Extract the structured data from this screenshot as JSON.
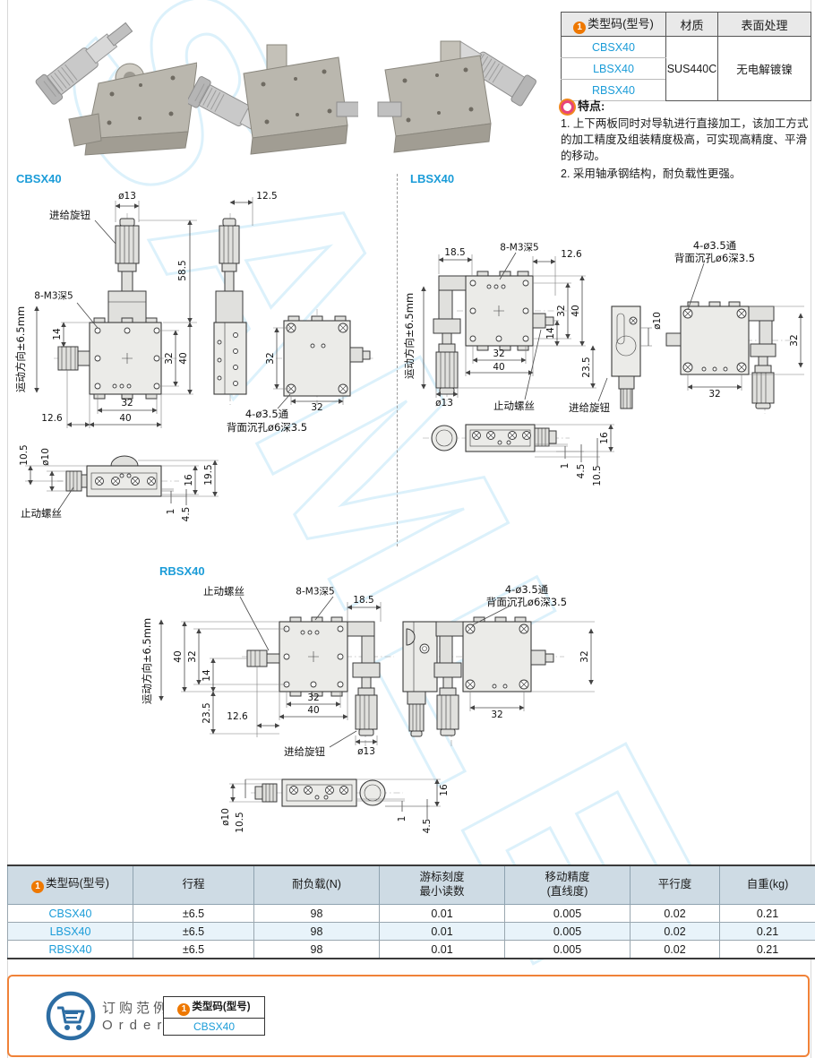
{
  "page": {
    "watermark": "SAMLE"
  },
  "badges": {
    "one": "1"
  },
  "colors": {
    "accent_blue": "#1b9cd8",
    "badge_orange": "#ee7800",
    "order_border_orange": "#f08238",
    "spec_header_bg": "#cedbe4",
    "feature_ring_pink": "#e8447a",
    "cart_blue": "#2d6da3"
  },
  "info_table": {
    "headers": [
      "类型码(型号)",
      "材质",
      "表面处理"
    ],
    "models": [
      "CBSX40",
      "LBSX40",
      "RBSX40"
    ],
    "material": "SUS440C",
    "finish": "无电解镀镍"
  },
  "features": {
    "title": "特点:",
    "items": [
      "1. 上下两板同时对导轨进行直接加工，该加工方式的加工精度及组装精度极高，可实现高精度、平滑的移动。",
      "2. 采用轴承钢结构，耐负载性更强。"
    ]
  },
  "sections": {
    "cbsx40": {
      "title": "CBSX40",
      "labels": [
        "ø13",
        "进给旋钮",
        "12.5",
        "58.5",
        "8-M3深5",
        "运动方向±6.5mm",
        "14",
        "32",
        "40",
        "32",
        "40",
        "12.6",
        "4-ø3.5通",
        "背面沉孔ø6深3.5",
        "32",
        "32",
        "10.5",
        "ø10",
        "止动螺丝",
        "16",
        "19.5",
        "1",
        "4.5"
      ]
    },
    "lbsx40": {
      "title": "LBSX40",
      "labels": [
        "18.5",
        "8-M3深5",
        "12.6",
        "4-ø3.5通",
        "背面沉孔ø6深3.5",
        "运动方向±6.5mm",
        "32",
        "40",
        "14",
        "23.5",
        "32",
        "40",
        "ø13",
        "止动螺丝",
        "进给旋钮",
        "ø10",
        "32",
        "32",
        "16",
        "1",
        "4.5",
        "10.5"
      ]
    },
    "rbsx40": {
      "title": "RBSX40",
      "labels": [
        "止动螺丝",
        "8-M3深5",
        "18.5",
        "4-ø3.5通",
        "背面沉孔ø6深3.5",
        "运动方向±6.5mm",
        "40",
        "32",
        "14",
        "23.5",
        "12.6",
        "32",
        "40",
        "进给旋钮",
        "ø13",
        "32",
        "32",
        "ø10",
        "10.5",
        "16",
        "1",
        "4.5"
      ]
    }
  },
  "spec_table": {
    "columns": [
      {
        "label": "类型码(型号)"
      },
      {
        "label": "行程"
      },
      {
        "label": "耐负载(N)"
      },
      {
        "label": "游标刻度",
        "label2": "最小读数"
      },
      {
        "label": "移动精度",
        "label2": "(直线度)"
      },
      {
        "label": "平行度"
      },
      {
        "label": "自重(kg)"
      }
    ],
    "rows": [
      {
        "model": "CBSX40",
        "values": [
          "±6.5",
          "98",
          "0.01",
          "0.005",
          "0.02",
          "0.21"
        ]
      },
      {
        "model": "LBSX40",
        "values": [
          "±6.5",
          "98",
          "0.01",
          "0.005",
          "0.02",
          "0.21"
        ]
      },
      {
        "model": "RBSX40",
        "values": [
          "±6.5",
          "98",
          "0.01",
          "0.005",
          "0.02",
          "0.21"
        ]
      }
    ]
  },
  "order": {
    "title_cn": "订购范例",
    "title_en": "Order",
    "box_header": "类型码(型号)",
    "example": "CBSX40"
  }
}
